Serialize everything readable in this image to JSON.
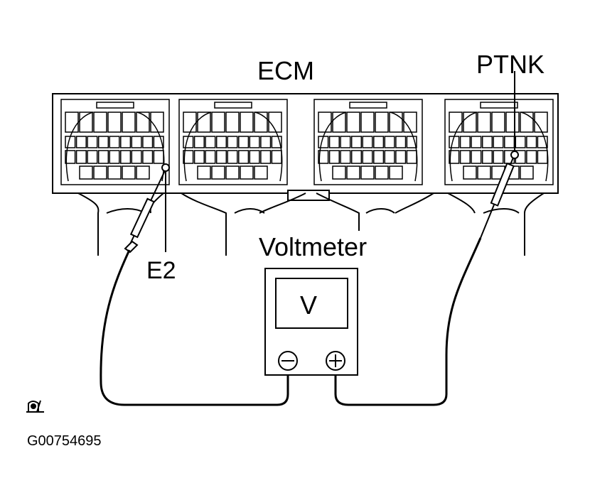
{
  "diagram": {
    "ecm_label": "ECM",
    "ptnk_label": "PTNK",
    "e2_label": "E2",
    "voltmeter_label": "Voltmeter",
    "display_label": "V",
    "figure_id": "G00754695",
    "connectors": [
      "connector-1",
      "connector-2",
      "connector-3",
      "connector-4"
    ],
    "colors": {
      "ink": "#000000",
      "paper": "#ffffff"
    }
  }
}
